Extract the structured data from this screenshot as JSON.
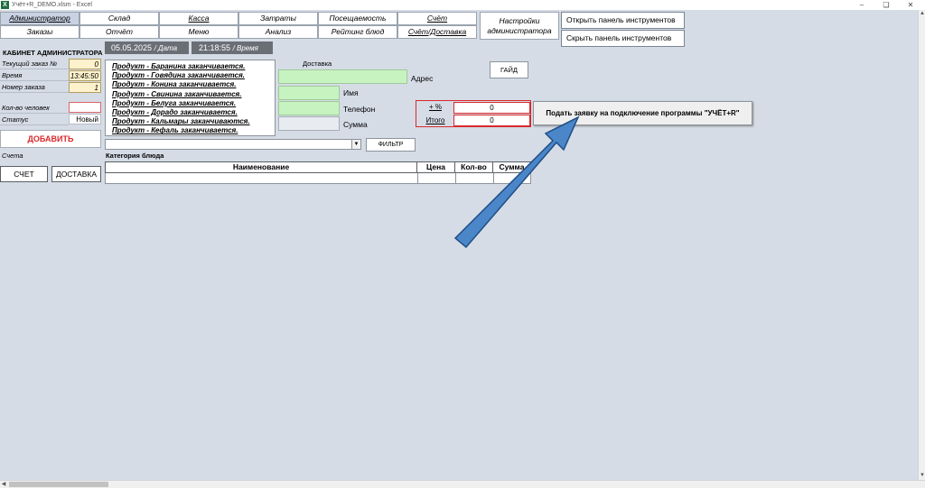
{
  "window": {
    "title": "Учёт+R_DEMO.xlsm  -  Excel",
    "app_icon": "excel-icon"
  },
  "nav": {
    "row1": [
      "Администратор",
      "Склад",
      "Касса",
      "Затраты",
      "Посещаемость",
      "Счёт"
    ],
    "row2": [
      "Заказы",
      "Отчёт",
      "Меню",
      "Анализ",
      "Рейтинг блюд",
      "Счёт/Доставка"
    ],
    "settings": "Настройки администратора",
    "open_toolbar": "Открыть панель инструментов",
    "hide_toolbar": "Скрыть панель инструментов"
  },
  "admin": {
    "title": "КАБИНЕТ АДМИНИСТРАТОРА",
    "date_value": "05.05.2025",
    "date_label": "/ Дата",
    "time_value": "21:18:55",
    "time_label": "/ Время",
    "fields": [
      {
        "label": "Текущий заказ №",
        "value": "0"
      },
      {
        "label": "Время",
        "value": "13:45:50"
      },
      {
        "label": "Номер заказа",
        "value": "1"
      }
    ],
    "people_label": "Кол-во человек",
    "people_value": "",
    "status_label": "Статус",
    "status_value": "Новый",
    "add_button": "ДОБАВИТЬ",
    "bills_label": "Счета",
    "bill_button": "СЧЕТ",
    "delivery_button": "ДОСТАВКА"
  },
  "notices": [
    "Продукт - Баранина заканчивается.",
    "Продукт - Говядина заканчивается.",
    "Продукт - Конина заканчивается.",
    "Продукт - Свинина заканчивается.",
    "Продукт - Белуга заканчивается.",
    "Продукт - Дорадо заканчивается.",
    "Продукт - Кальмары заканчиваются.",
    "Продукт - Кефаль заканчивается."
  ],
  "delivery": {
    "title": "Доставка",
    "address_label": "Адрес",
    "name_label": "Имя",
    "phone_label": "Телефон",
    "sum_label": "Сумма"
  },
  "totals": {
    "percent_label": "+ %",
    "percent_value": "0",
    "total_label": "Итого",
    "total_value": "0"
  },
  "guide_button": "ГАЙД",
  "request_button": "Подать заявку на подключение программы \"УЧЁТ+R\"",
  "filter": {
    "button": "ФИЛЬТР",
    "category_label": "Категория блюда",
    "category_value": ""
  },
  "table": {
    "headers": [
      "Наименование",
      "Цена",
      "Кол-во",
      "Сумма"
    ]
  },
  "colors": {
    "background": "#d5dce6",
    "accent_red": "#d8292d",
    "input_green": "#c7f3c1",
    "arrow_blue": "#4a86c8"
  }
}
